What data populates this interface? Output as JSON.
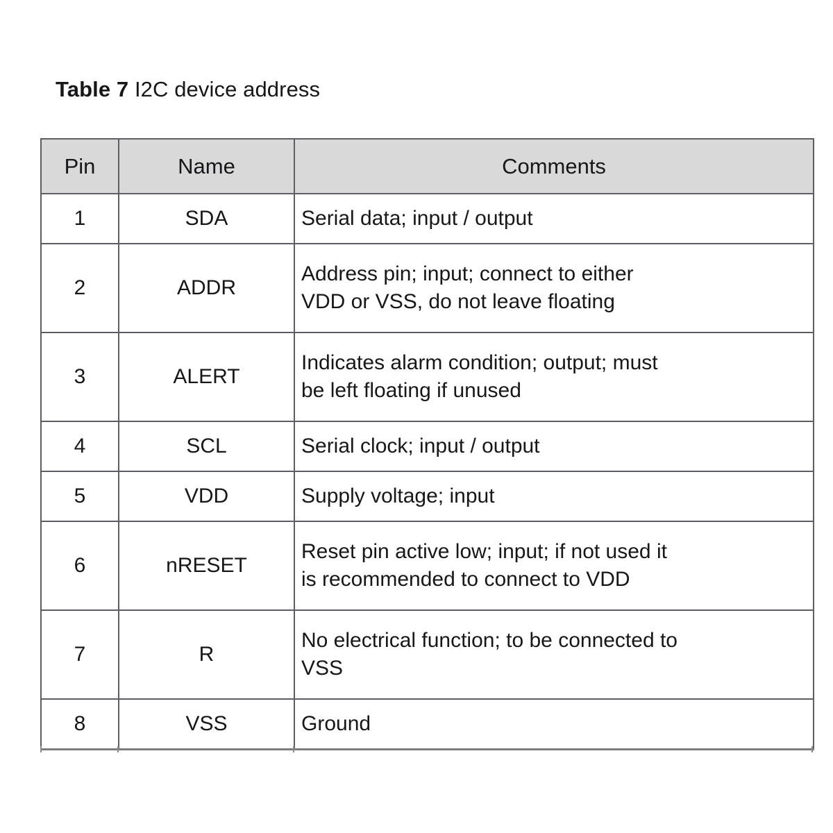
{
  "caption": {
    "label": "Table 7",
    "description": "I2C device address"
  },
  "table": {
    "columns": [
      "Pin",
      "Name",
      "Comments"
    ],
    "rows": [
      {
        "pin": "1",
        "name": "SDA",
        "comment_lines": [
          "Serial data; input / output"
        ]
      },
      {
        "pin": "2",
        "name": "ADDR",
        "comment_lines": [
          "Address pin; input; connect to either",
          "VDD or VSS, do not leave floating"
        ]
      },
      {
        "pin": "3",
        "name": "ALERT",
        "comment_lines": [
          "Indicates alarm condition; output; must",
          "be left floating if unused"
        ]
      },
      {
        "pin": "4",
        "name": "SCL",
        "comment_lines": [
          "Serial clock; input / output"
        ]
      },
      {
        "pin": "5",
        "name": "VDD",
        "comment_lines": [
          "Supply voltage; input"
        ]
      },
      {
        "pin": "6",
        "name": "nRESET",
        "comment_lines": [
          "Reset pin active low; input; if not used it",
          "is recommended to connect to VDD"
        ]
      },
      {
        "pin": "7",
        "name": "R",
        "comment_lines": [
          "No electrical function; to be connected to",
          "VSS"
        ]
      },
      {
        "pin": "8",
        "name": "VSS",
        "comment_lines": [
          "Ground"
        ]
      }
    ]
  },
  "style": {
    "header_background": "#d9d9d9",
    "border_color": "#5d5d63",
    "text_color": "#17171b",
    "page_background": "#ffffff"
  }
}
